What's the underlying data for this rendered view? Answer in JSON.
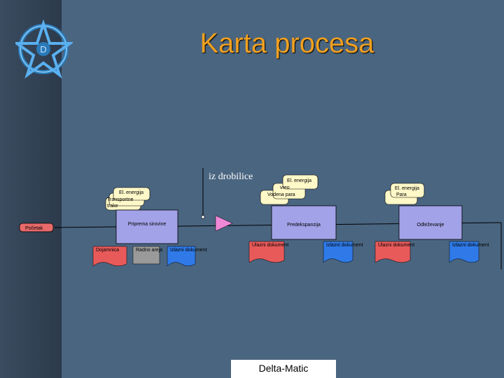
{
  "slide": {
    "title": "Karta procesa",
    "footer": "Delta-Matic"
  },
  "diagram": {
    "start_label": "Početak",
    "input_label": "iz drobilice",
    "processes": [
      "Priprema sirovine",
      "Predekspanzija",
      "Odleževanje"
    ],
    "callouts": {
      "p1": [
        "El. energija",
        "Transportne",
        "trake"
      ],
      "p2": [
        "El. energija",
        "vreo"
      ],
      "p2b": "Vodena para",
      "p3": [
        "El. energija",
        "Para"
      ]
    },
    "documents": {
      "p1": [
        "Dojamnica",
        "Radno areja",
        "Izlazni dokument"
      ],
      "p2": [
        "Ulazni dokument",
        "Izlazni dokument"
      ],
      "p3": [
        "Ulazni dokument",
        "Izlazni dokument"
      ]
    }
  },
  "colors": {
    "process_fill": "#a2a2e8",
    "callout_fill": "#fff8c8",
    "doc_red": "#e85a5a",
    "doc_blue": "#2f7ae8",
    "doc_gray": "#9a9a9a",
    "start_fill": "#e86a6a",
    "pink_arrow": "#f088d8",
    "title": "#f0a020"
  }
}
